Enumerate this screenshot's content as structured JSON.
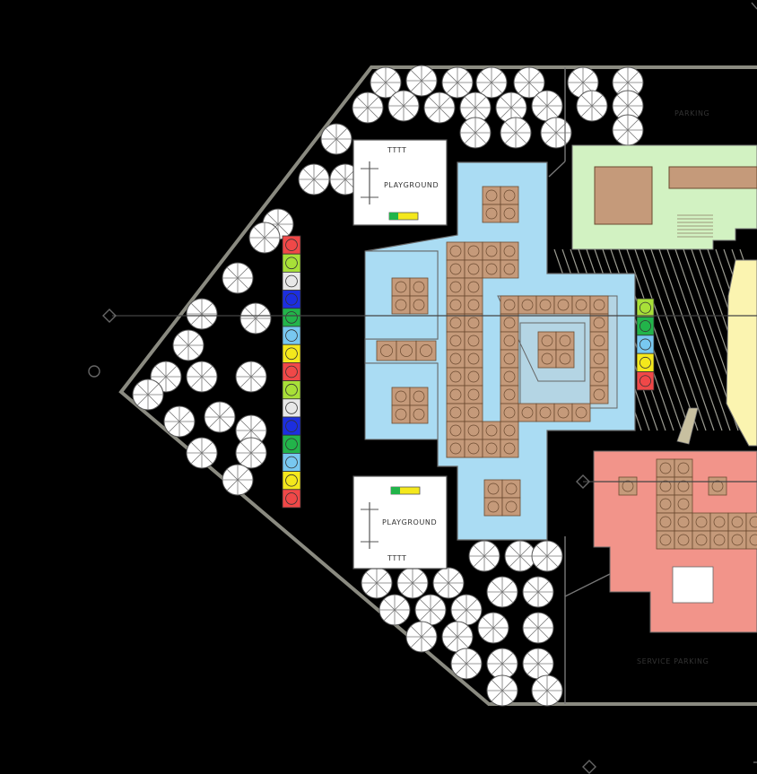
{
  "labels": {
    "playground_top": "PLAYGROUND",
    "playground_bottom": "PLAYGROUND",
    "parking_top": "PARKING",
    "service_parking": "SERVICE PARKING",
    "box_top_tag": "TTTT",
    "box_bottom_tag": "TTTT"
  },
  "colors": {
    "background": "#000000",
    "site_line": "#8a8a80",
    "trees": "#555555",
    "blue_zone": "#aadcf3",
    "green_zone": "#d2f2c2",
    "red_zone": "#f2948a",
    "yellow_zone": "#fbf4b0",
    "furniture": "#c59a7a",
    "furniture_stroke": "#6b4a30"
  },
  "color_strip": [
    "#f04848",
    "#a8e038",
    "#e8e8e8",
    "#1c2ee0",
    "#22b44a",
    "#78c8f0",
    "#f4e81c",
    "#f04848",
    "#a8e038",
    "#e8e8e8",
    "#1c2ee0",
    "#22b44a",
    "#78c8f0",
    "#f4e81c",
    "#f04848"
  ],
  "color_strip_right": [
    "#a8e038",
    "#22b44a",
    "#78c8f0",
    "#f4e81c",
    "#f04848"
  ]
}
